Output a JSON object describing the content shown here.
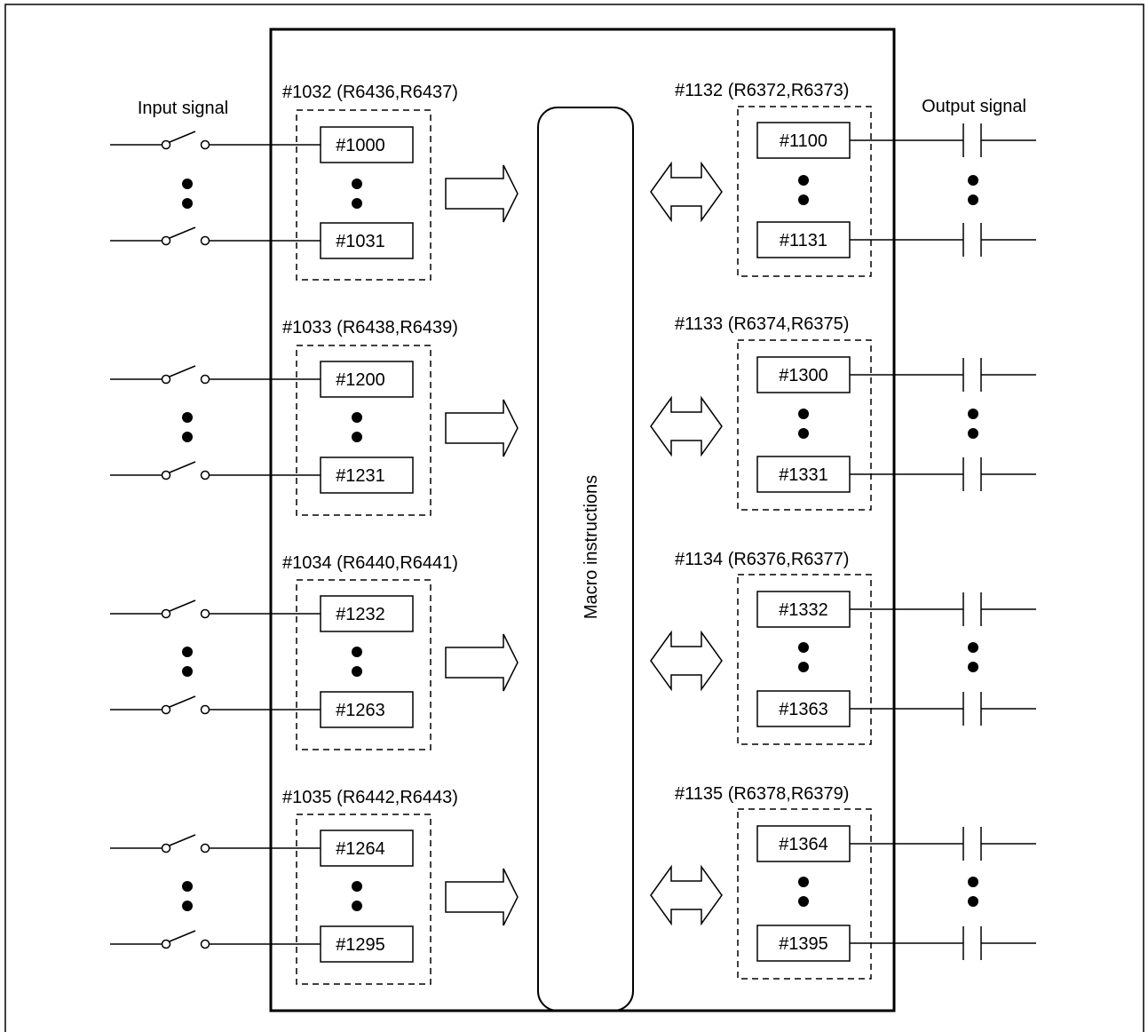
{
  "labels": {
    "input_signal": "Input signal",
    "output_signal": "Output signal",
    "macro": "Macro instructions"
  },
  "input_groups": [
    {
      "header": "#1032 (R6436,R6437)",
      "first": "#1000",
      "last": "#1031"
    },
    {
      "header": "#1033 (R6438,R6439)",
      "first": "#1200",
      "last": "#1231"
    },
    {
      "header": "#1034 (R6440,R6441)",
      "first": "#1232",
      "last": "#1263"
    },
    {
      "header": "#1035 (R6442,R6443)",
      "first": "#1264",
      "last": "#1295"
    }
  ],
  "output_groups": [
    {
      "header": "#1132 (R6372,R6373)",
      "first": "#1100",
      "last": "#1131"
    },
    {
      "header": "#1133 (R6374,R6375)",
      "first": "#1300",
      "last": "#1331"
    },
    {
      "header": "#1134 (R6376,R6377)",
      "first": "#1332",
      "last": "#1363"
    },
    {
      "header": "#1135 (R6378,R6379)",
      "first": "#1364",
      "last": "#1395"
    }
  ],
  "colors": {
    "line": "#000000",
    "background": "#ffffff"
  }
}
